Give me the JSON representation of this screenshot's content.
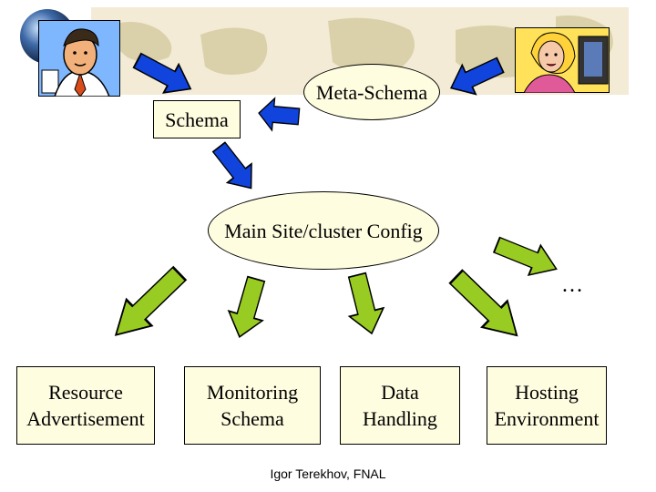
{
  "nodes": {
    "meta_schema": "Meta-Schema",
    "schema": "Schema",
    "main_config": "Main Site/cluster Config",
    "resource_advertisement": "Resource\nAdvertisement",
    "monitoring_schema": "Monitoring\nSchema",
    "data_handling": "Data\nHandling",
    "hosting_environment": "Hosting\nEnvironment"
  },
  "more_indicator": "…",
  "footer": "Igor Terekhov, FNAL",
  "colors": {
    "box_fill": "#fffde0",
    "blue_arrow": "#1144dd",
    "green_arrow": "#99cc22",
    "background": "#ffffff"
  },
  "icons": [
    "globe-icon",
    "man-icon",
    "woman-at-computer-icon",
    "world-map-background"
  ]
}
